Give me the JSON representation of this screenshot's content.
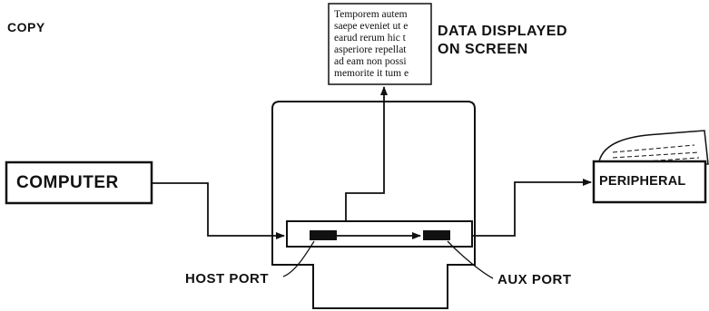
{
  "title": "COPY",
  "screen_caption": [
    "DATA DISPLAYED",
    "ON SCREEN"
  ],
  "screen_text": [
    "Temporem autem",
    "saepe eveniet ut e",
    "earud rerum hic t",
    "asperiore repellat",
    "ad eam non possi",
    "memorite it tum e"
  ],
  "labels": {
    "computer": "COMPUTER",
    "peripheral": "PERIPHERAL",
    "host_port": "HOST PORT",
    "aux_port": "AUX PORT"
  }
}
